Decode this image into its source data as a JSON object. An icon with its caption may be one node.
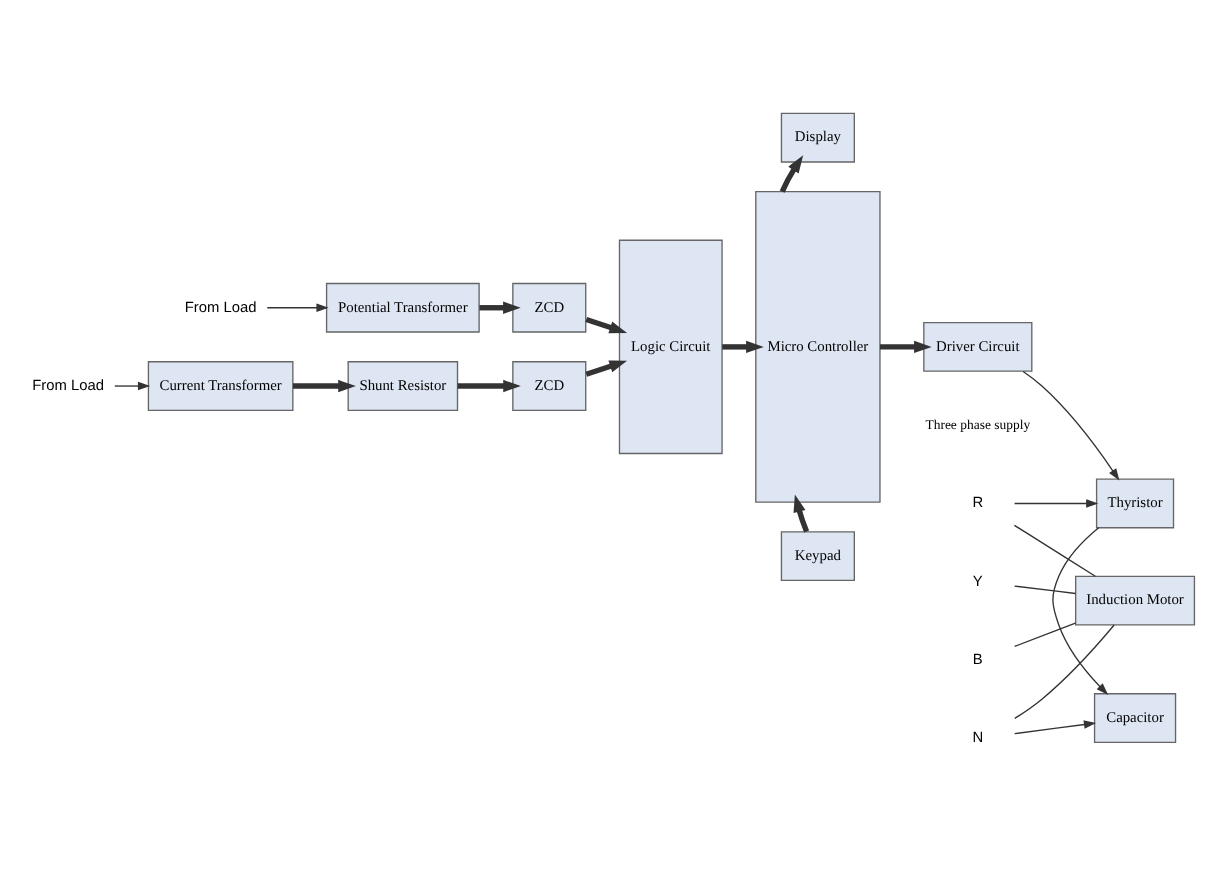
{
  "diagram": {
    "nodes": [
      {
        "text": [
          "From Load"
        ]
      },
      {
        "text": [
          "Potential Transformer"
        ]
      },
      {
        "text": [
          "ZCD"
        ]
      },
      {
        "text": [
          "From Load"
        ]
      },
      {
        "text": [
          "Current Transformer"
        ]
      },
      {
        "text": [
          "Shunt Resistor"
        ]
      },
      {
        "text": [
          "ZCD"
        ]
      },
      {
        "text": [
          "Logic Circuit"
        ]
      },
      {
        "text": [
          "Display"
        ]
      },
      {
        "text": [
          "Micro Controller"
        ]
      },
      {
        "text": [
          "Keypad"
        ]
      },
      {
        "text": [
          "Driver Circuit"
        ]
      },
      {
        "text": [
          "Thyristor"
        ]
      },
      {
        "text": [
          "Capacitor"
        ]
      },
      {
        "text": [
          "Induction Motor"
        ]
      },
      {
        "text": [
          "R"
        ]
      },
      {
        "text": [
          "Y"
        ]
      },
      {
        "text": [
          "B"
        ]
      },
      {
        "text": [
          "N"
        ]
      }
    ],
    "edges": [
      {
        "from": 0,
        "to": 1,
        "arrow": "to"
      },
      {
        "from": 1,
        "to": 2,
        "arrow": "to",
        "style": "thick"
      },
      {
        "from": 2,
        "to": 7,
        "arrow": "to",
        "style": "thick"
      },
      {
        "from": 3,
        "to": 4,
        "arrow": "to"
      },
      {
        "from": 4,
        "to": 5,
        "arrow": "to",
        "style": "thick"
      },
      {
        "from": 5,
        "to": 6,
        "arrow": "to",
        "style": "thick"
      },
      {
        "from": 6,
        "to": 7,
        "arrow": "to",
        "style": "thick"
      },
      {
        "from": 7,
        "to": 9,
        "arrow": "to",
        "style": "thick"
      },
      {
        "from": 9,
        "to": 8,
        "arrow": "to",
        "style": "thick"
      },
      {
        "from": 10,
        "to": 9,
        "arrow": "to",
        "style": "thick"
      },
      {
        "from": 9,
        "to": 11,
        "arrow": "to",
        "style": "thick"
      },
      {
        "from": 11,
        "to": 12,
        "arrow": "to"
      },
      {
        "from": 12,
        "to": 13,
        "arrow": "to"
      },
      {
        "from": 15,
        "to": 12,
        "arrow": "to"
      },
      {
        "from": 18,
        "to": 13,
        "arrow": "to"
      },
      {
        "from": 15,
        "to": 14,
        "arrow": "none"
      },
      {
        "from": 16,
        "to": 14,
        "arrow": "none"
      },
      {
        "from": 17,
        "to": 14,
        "arrow": "none"
      },
      {
        "from": 18,
        "to": 14,
        "arrow": "none"
      }
    ],
    "labels": [
      "Three phase supply"
    ]
  }
}
